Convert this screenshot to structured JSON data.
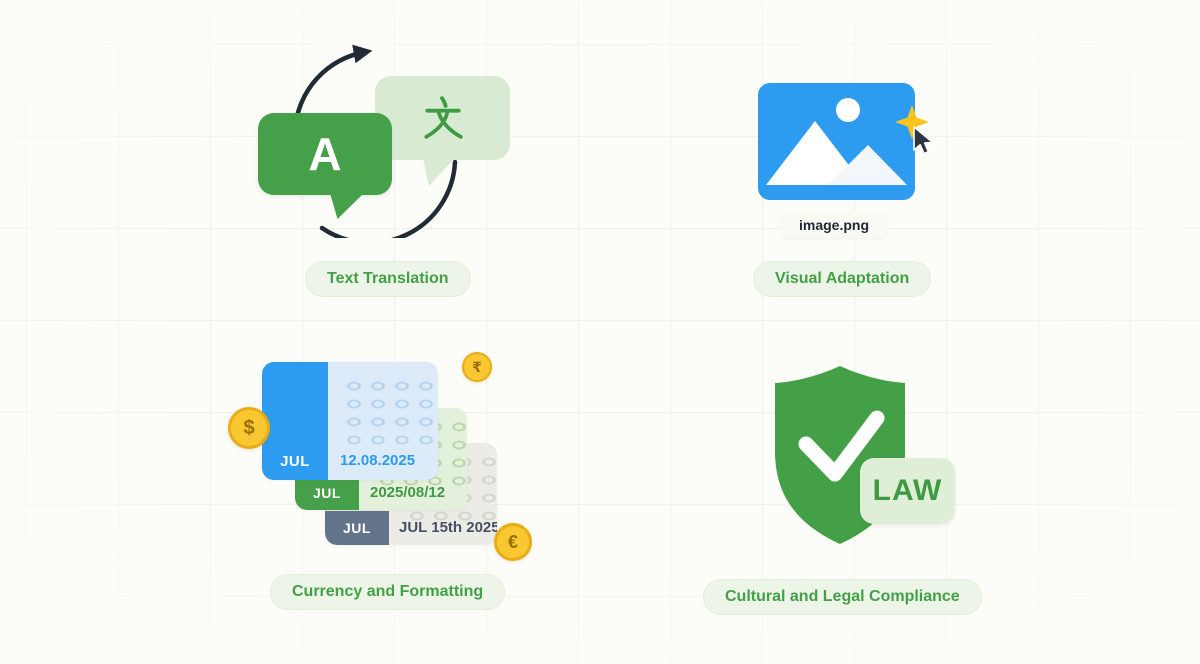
{
  "figures": {
    "translation": {
      "label": "Text Translation",
      "source_letter": "A",
      "target_char": "文"
    },
    "visual": {
      "label": "Visual Adaptation",
      "filename": "image.png"
    },
    "currency": {
      "label": "Currency and Formatting",
      "calendars": [
        {
          "month": "JUL",
          "date": "12.08.2025"
        },
        {
          "month": "JUL",
          "date": "2025/08/12"
        },
        {
          "month": "JUL",
          "date": "JUL 15th 2025"
        }
      ],
      "coins": {
        "dollar": "$",
        "rupee": "₹",
        "euro": "€"
      }
    },
    "compliance": {
      "label": "Cultural and Legal Compliance",
      "badge": "LAW"
    }
  },
  "colors": {
    "green": "#43A047",
    "light_green": "#D9EAD3",
    "blue": "#2D9CF0",
    "light_blue": "#DCEAF9",
    "gold": "#F9C831",
    "slate": "#64748B",
    "ink": "#212B36"
  }
}
